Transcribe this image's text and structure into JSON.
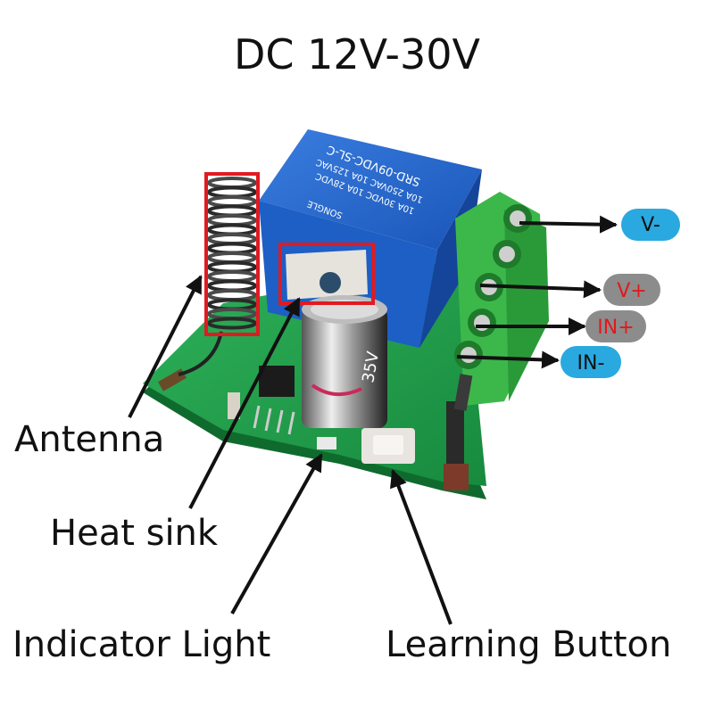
{
  "title": "DC 12V-30V",
  "relay": {
    "line1": "SRD-09VDC-SL-C",
    "line2": "10A 250VAC  10A 125VAC",
    "line3": "10A 30VDC  10A 28VDC",
    "brand": "SONGLE"
  },
  "capacitor": {
    "text": "35V"
  },
  "callouts": {
    "antenna": "Antenna",
    "heat_sink": "Heat sink",
    "indicator_light": "Indicator Light",
    "learning_button": "Learning Button"
  },
  "terminals": [
    {
      "label": "V-",
      "bg": "#29a9e0",
      "fg": "#111111"
    },
    {
      "label": "V+",
      "bg": "#8c8c8c",
      "fg": "#e0191d"
    },
    {
      "label": "IN+",
      "bg": "#8c8c8c",
      "fg": "#e0191d"
    },
    {
      "label": "IN-",
      "bg": "#29a9e0",
      "fg": "#111111"
    }
  ],
  "colors": {
    "pcb": "#1f9d4a",
    "relay": "#1d5fc4",
    "terminal_block": "#3cb84a",
    "highlight_box": "#e01a22"
  }
}
